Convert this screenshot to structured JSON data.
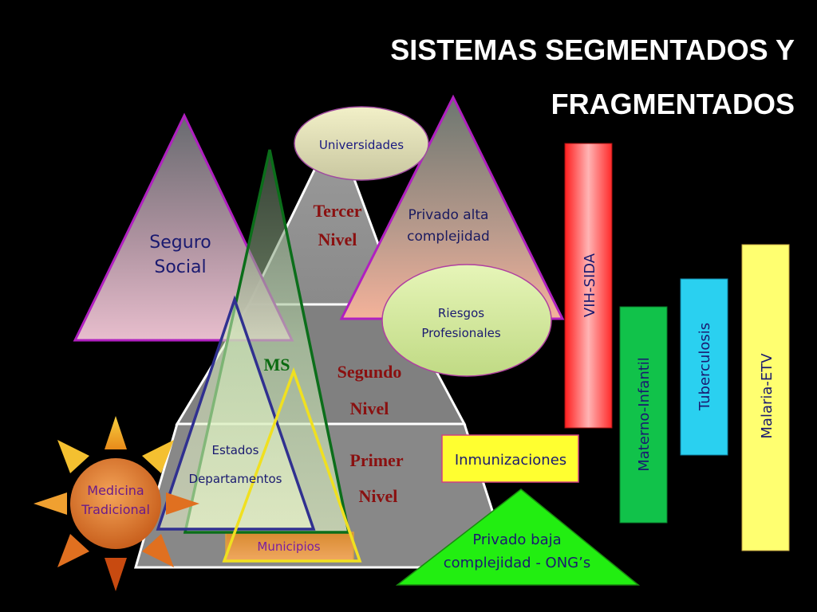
{
  "title": {
    "line1": "SISTEMAS SEGMENTADOS Y",
    "line2": "FRAGMENTADOS"
  },
  "pyramid": {
    "universidades": "Universidades",
    "tercer_nivel": [
      "Tercer",
      "Nivel"
    ],
    "segundo_nivel": [
      "Segundo",
      "Nivel"
    ],
    "primer_nivel": [
      "Primer",
      "Nivel"
    ]
  },
  "seguro_social": [
    "Seguro",
    "Social"
  ],
  "privado_alta": [
    "Privado alta",
    "complejidad"
  ],
  "riesgos": [
    "Riesgos",
    "Profesionales"
  ],
  "ms": {
    "label": "MS",
    "estados": "Estados",
    "departamentos": "Departamentos",
    "municipios": "Municipios"
  },
  "medicina_tradicional": [
    "Medicina",
    "Tradicional"
  ],
  "inmunizaciones": "Inmunizaciones",
  "privado_baja": [
    "Privado baja",
    "complejidad  - ONG’s"
  ],
  "programs": {
    "vih": "VIH-SIDA",
    "materno": "Materno-Infantil",
    "tuberculosis": "Tuberculosis",
    "malaria": "Malaria-ETV"
  },
  "colors": {
    "background": "#000000",
    "pyramid_border": "#ffffff",
    "ms_green": "#0b6e1a",
    "estados_blue": "#303090",
    "municipios_yellow": "#f0e020",
    "vih_red": "#ff2a2a",
    "materno_green": "#11c24a",
    "tuberculosis_cyan": "#2ad0f0",
    "malaria_yellow": "#ffff70",
    "inmunizaciones_yellow": "#ffff30",
    "privado_baja_green": "#22ee11",
    "sun_orange": "#e07020"
  },
  "icons": {
    "sun": "sun-icon"
  }
}
